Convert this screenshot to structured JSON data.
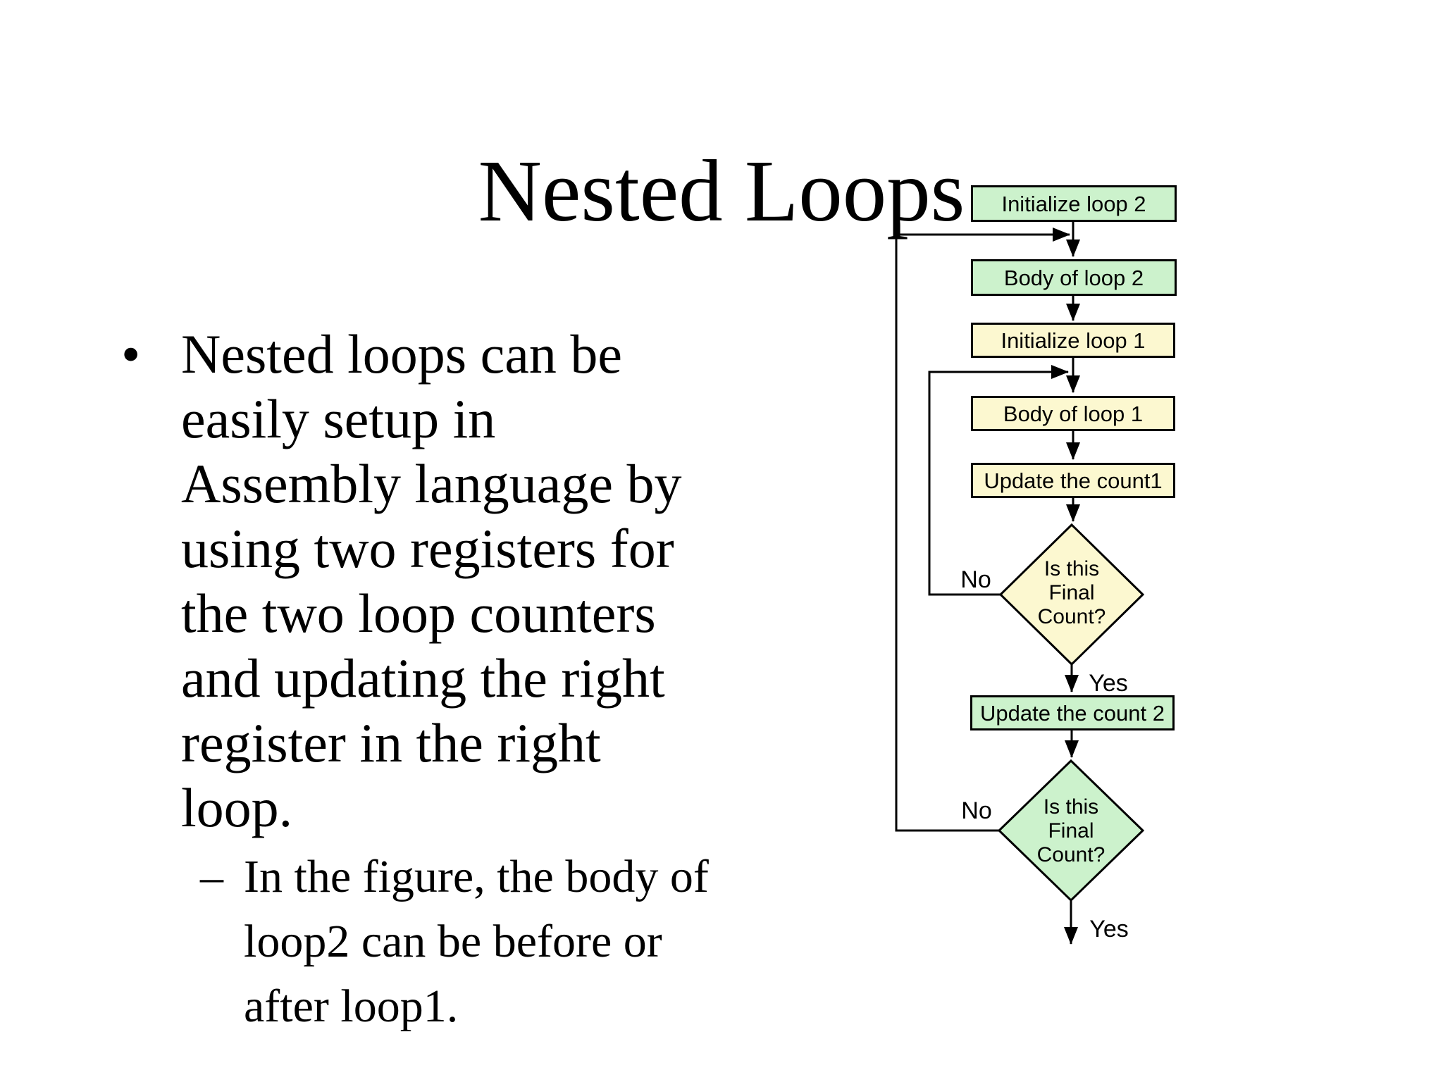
{
  "slide": {
    "title": "Nested Loops",
    "background": "#ffffff"
  },
  "bullet": {
    "marker": "•",
    "lines": [
      "Nested loops can be",
      "easily setup in",
      "Assembly language by",
      "using two registers for",
      "the two loop counters",
      "and updating the right",
      "register in the right",
      "loop."
    ]
  },
  "sub_bullet": {
    "marker": "–",
    "lines": [
      "In the figure, the body of",
      "loop2 can be before or",
      "after loop1."
    ]
  },
  "flowchart": {
    "colors": {
      "green": "#ccf2cc",
      "yellow": "#fcf8d0",
      "line": "#000000"
    },
    "nodes": [
      {
        "id": "initialize-loop-2",
        "type": "process",
        "label": "Initialize loop 2",
        "color": "green"
      },
      {
        "id": "body-of-loop-2",
        "type": "process",
        "label": "Body of loop 2",
        "color": "green"
      },
      {
        "id": "initialize-loop-1",
        "type": "process",
        "label": "Initialize loop 1",
        "color": "yellow"
      },
      {
        "id": "body-of-loop-1",
        "type": "process",
        "label": "Body of loop 1",
        "color": "yellow"
      },
      {
        "id": "update-the-count1",
        "type": "process",
        "label": "Update the count1",
        "color": "yellow"
      },
      {
        "id": "decision-loop-1",
        "type": "decision",
        "label": "Is this\nFinal\nCount?",
        "color": "yellow"
      },
      {
        "id": "update-the-count-2",
        "type": "process",
        "label": "Update the count 2",
        "color": "green"
      },
      {
        "id": "decision-loop-2",
        "type": "decision",
        "label": "Is this\nFinal\nCount?",
        "color": "green"
      }
    ],
    "edge_labels": {
      "no_inner": "No",
      "yes_inner": "Yes",
      "no_outer": "No",
      "yes_outer": "Yes"
    }
  }
}
